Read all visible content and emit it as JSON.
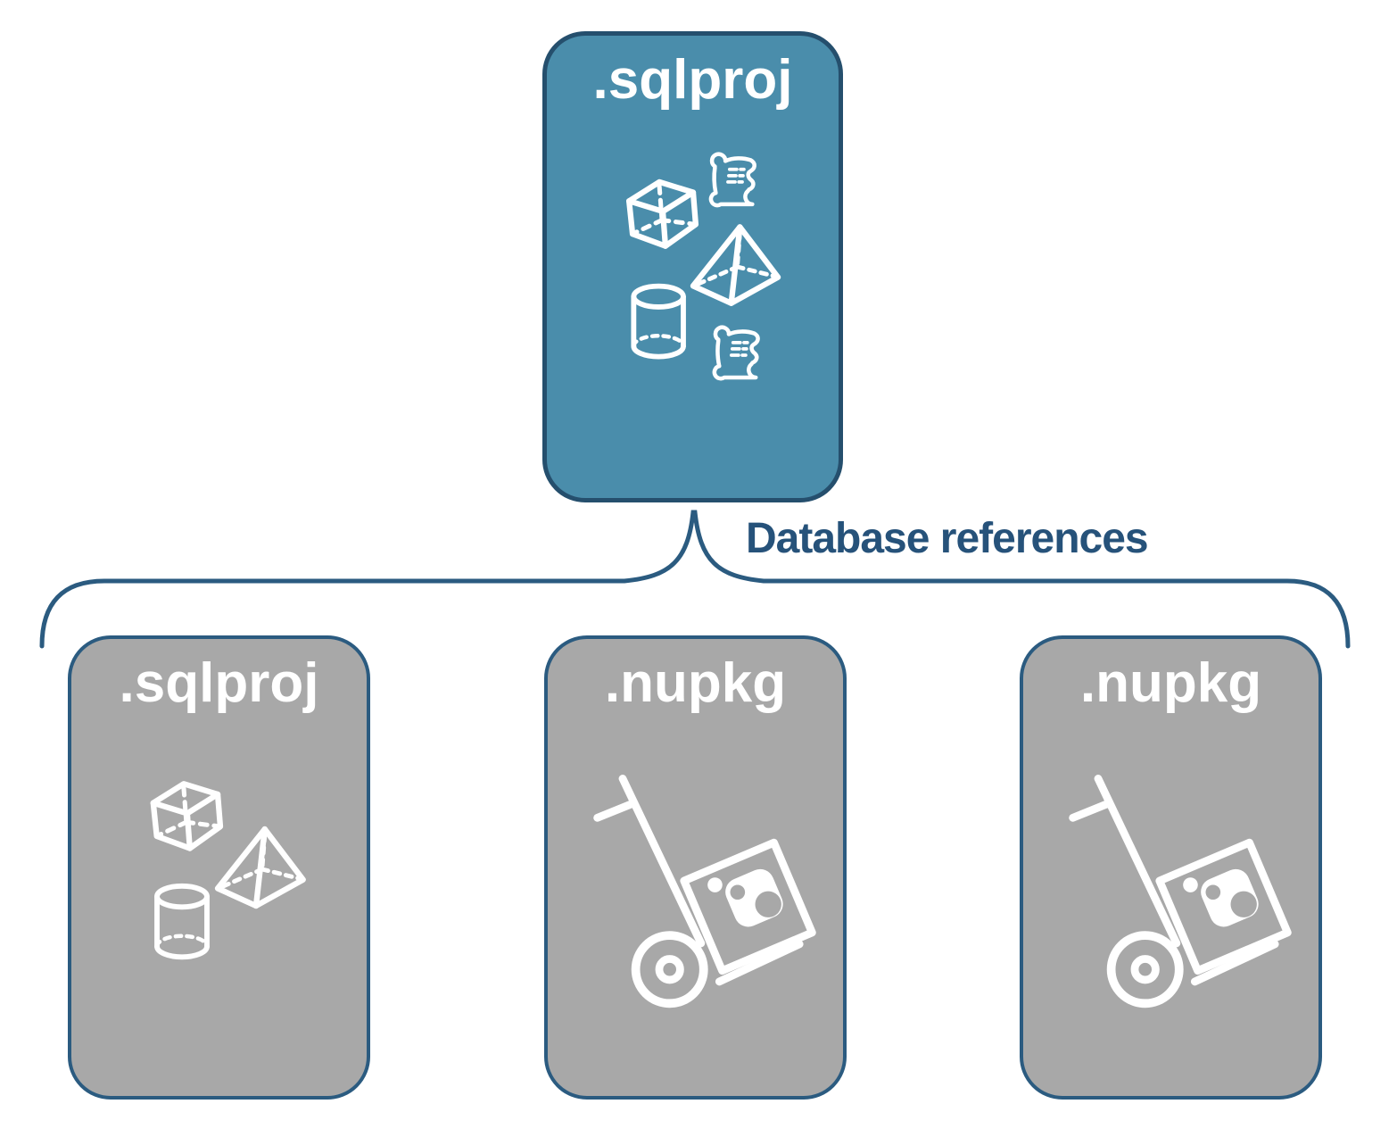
{
  "connector": {
    "label": "Database references"
  },
  "nodes": {
    "parent": {
      "label": ".sqlproj",
      "icons": [
        "scroll-icon",
        "cube-icon",
        "pyramid-icon",
        "cylinder-icon",
        "scroll-icon"
      ]
    },
    "children": [
      {
        "label": ".sqlproj",
        "icons": [
          "cube-icon",
          "pyramid-icon",
          "cylinder-icon"
        ]
      },
      {
        "label": ".nupkg",
        "icons": [
          "package-dolly-icon"
        ]
      },
      {
        "label": ".nupkg",
        "icons": [
          "package-dolly-icon"
        ]
      }
    ]
  },
  "colors": {
    "parent_fill": "#4A8DAB",
    "parent_border": "#254F6D",
    "child_fill": "#A8A8A8",
    "child_border": "#2B5B80",
    "connector_stroke": "#2B5B80",
    "connector_label_text": "#26527A",
    "node_label_text": "#FFFFFF",
    "icon_stroke": "#FFFFFF",
    "background": "#FFFFFF"
  }
}
